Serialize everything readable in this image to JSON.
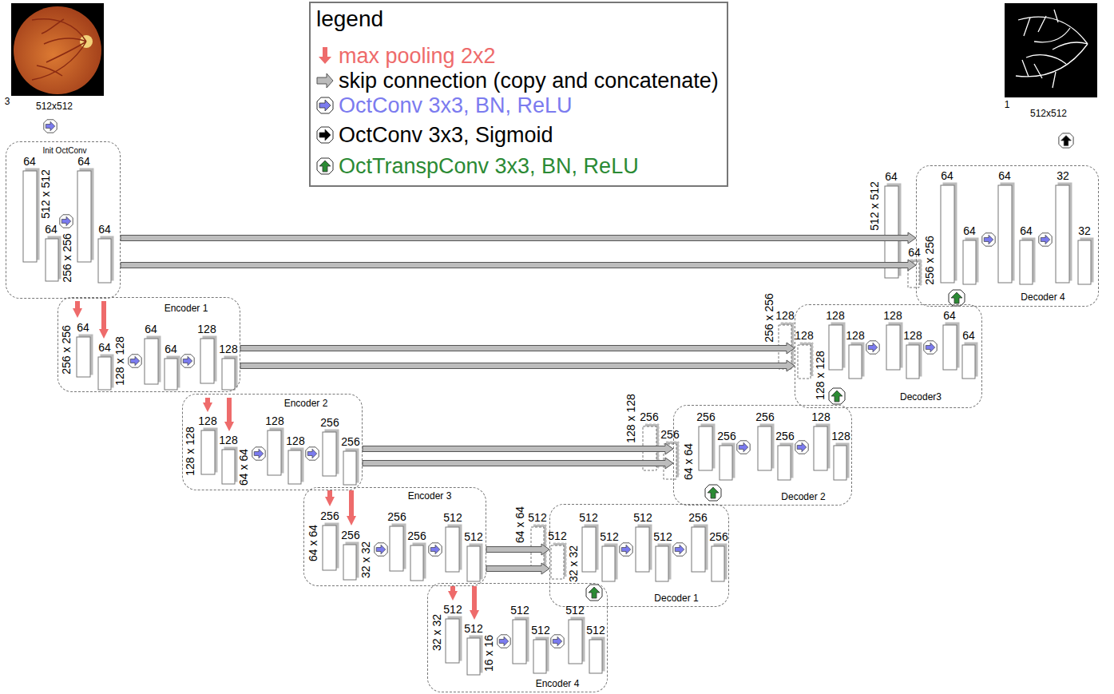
{
  "diagram": {
    "nodes": [
      {
        "text": [
          "Init OctConv"
        ]
      },
      {
        "text": [
          "Encoder 1"
        ]
      },
      {
        "text": [
          "Encoder 2"
        ]
      },
      {
        "text": [
          "Encoder 3"
        ]
      },
      {
        "text": [
          "Encoder 4"
        ]
      },
      {
        "text": [
          "Decoder 1"
        ]
      },
      {
        "text": [
          "Decoder 2"
        ]
      },
      {
        "text": [
          "Decoder3"
        ]
      },
      {
        "text": [
          "Decoder 4"
        ]
      }
    ],
    "edges": [
      {
        "from": 0,
        "to": 8,
        "arrow": "to"
      },
      {
        "from": 0,
        "to": 8,
        "arrow": "to"
      },
      {
        "from": 1,
        "to": 7,
        "arrow": "to"
      },
      {
        "from": 1,
        "to": 7,
        "arrow": "to"
      },
      {
        "from": 2,
        "to": 6,
        "arrow": "to"
      },
      {
        "from": 2,
        "to": 6,
        "arrow": "to"
      },
      {
        "from": 3,
        "to": 5,
        "arrow": "to"
      },
      {
        "from": 3,
        "to": 5,
        "arrow": "to"
      }
    ],
    "labels": [
      "legend",
      "3",
      "512x512",
      "1",
      "512x512",
      "64",
      "512 x 512",
      "64",
      "256 x 256",
      "64",
      "64",
      "256 x 256",
      "64",
      "64",
      "128 x 128",
      "64",
      "64",
      "128",
      "128",
      "128 x 128",
      "128",
      "128",
      "64 x 64",
      "128",
      "128",
      "256",
      "256",
      "64 x 64",
      "256",
      "256",
      "32 x 32",
      "256",
      "256",
      "512",
      "512",
      "32 x 32",
      "512",
      "512",
      "16 x 16",
      "512",
      "512",
      "512",
      "512",
      "64 x 64",
      "512",
      "512",
      "32 x 32",
      "512",
      "512",
      "512",
      "512",
      "256",
      "256",
      "128 x 128",
      "256",
      "256",
      "64 x 64",
      "256",
      "256",
      "256",
      "256",
      "128",
      "128",
      "256 x 256",
      "128",
      "128",
      "128 x 128",
      "128",
      "128",
      "128",
      "128",
      "64",
      "64",
      "512 x 512",
      "64",
      "64",
      "256 x 256",
      "64",
      "64",
      "64",
      "64",
      "32",
      "32"
    ],
    "legend": [
      {
        "text": "max pooling 2x2",
        "color": "#ee6b6b"
      },
      {
        "text": "skip connection (copy and concatenate)"
      },
      {
        "text": "OctConv 3x3, BN, ReLU",
        "color": "#7b7bef"
      },
      {
        "text": "OctConv 3x3, Sigmoid",
        "color": "#000000"
      },
      {
        "text": "OctTranspConv 3x3, BN, ReLU",
        "color": "#2b8a34"
      }
    ]
  }
}
